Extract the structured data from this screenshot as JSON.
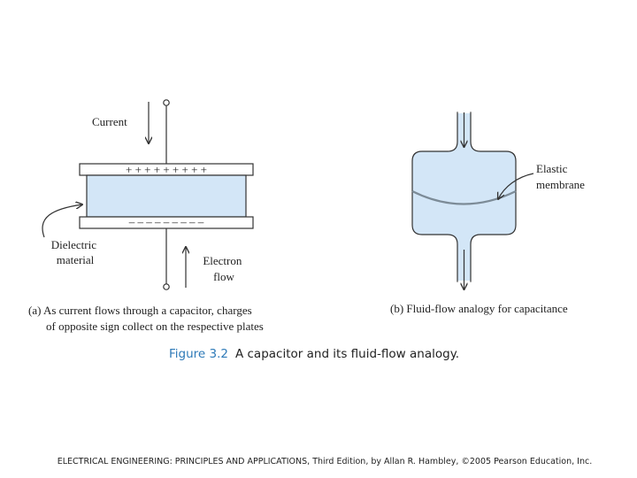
{
  "capacitor": {
    "current_label": "Current",
    "top_plate_signs": "+ + + + + + + + +",
    "bottom_plate_signs": "– – – – – – – – –",
    "dielectric_label": [
      "Dielectric",
      "material"
    ],
    "electron_label": [
      "Electron",
      "flow"
    ],
    "caption": [
      "(a) As current flows through a capacitor, charges",
      "of opposite sign collect on the respective plates"
    ]
  },
  "fluid": {
    "membrane_label": [
      "Elastic",
      "membrane"
    ],
    "caption": "(b) Fluid-flow analogy for capacitance"
  },
  "figure": {
    "number": "Figure 3.2",
    "title": "A capacitor and its fluid-flow analogy."
  },
  "footer": "ELECTRICAL ENGINEERING: PRINCIPLES AND APPLICATIONS, Third Edition, by Allan R. Hambley, ©2005 Pearson Education, Inc.",
  "colors": {
    "dielectric_fill": "#d3e6f7",
    "fluid_fill": "#d3e6f7",
    "figure_title": "#2e7ab8",
    "stroke": "#333333"
  }
}
